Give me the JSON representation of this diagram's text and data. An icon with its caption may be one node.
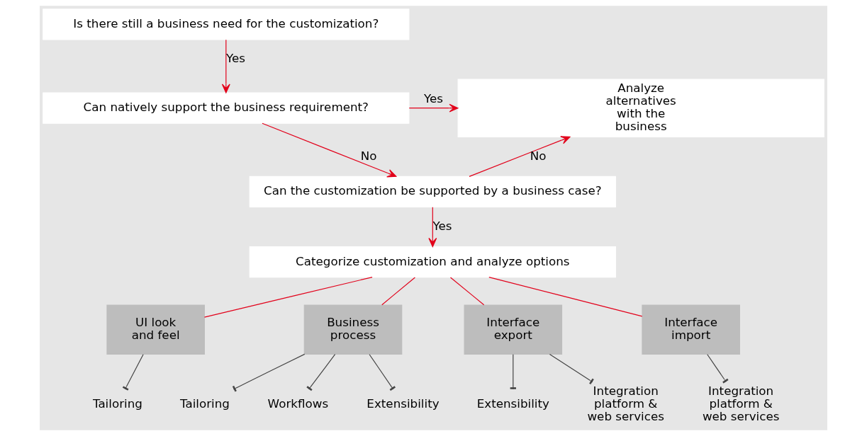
{
  "diagram": {
    "nodes": [
      {
        "text": [
          "Is there still a business need for the customization?"
        ]
      },
      {
        "text": [
          "Can natively support the business requirement?"
        ]
      },
      {
        "text": [
          "Can the customization be supported by a business case?"
        ]
      },
      {
        "text": [
          "Analyze alternatives with the business"
        ]
      },
      {
        "text": [
          "Categorize customization and analyze options"
        ]
      },
      {
        "text": [
          "UI look and feel"
        ]
      },
      {
        "text": [
          "Business process"
        ]
      },
      {
        "text": [
          "Interface export"
        ]
      },
      {
        "text": [
          "Interface import"
        ]
      },
      {
        "text": [
          "Tailoring"
        ]
      },
      {
        "text": [
          "Tailoring"
        ]
      },
      {
        "text": [
          "Workflows"
        ]
      },
      {
        "text": [
          "Extensibility"
        ]
      },
      {
        "text": [
          "Extensibility"
        ]
      },
      {
        "text": [
          "Integration platform & web services"
        ]
      },
      {
        "text": [
          "Integration platform & web services"
        ]
      }
    ],
    "edges": [
      {
        "from": 0,
        "to": 1,
        "arrow": "to",
        "label": "Yes"
      },
      {
        "from": 1,
        "to": 2,
        "arrow": "to",
        "label": "No"
      },
      {
        "from": 1,
        "to": 3,
        "arrow": "to",
        "label": "Yes"
      },
      {
        "from": 2,
        "to": 3,
        "arrow": "to",
        "label": "No"
      },
      {
        "from": 2,
        "to": 4,
        "arrow": "to",
        "label": "Yes"
      },
      {
        "from": 4,
        "to": 5,
        "arrow": "none"
      },
      {
        "from": 4,
        "to": 6,
        "arrow": "none"
      },
      {
        "from": 4,
        "to": 7,
        "arrow": "none"
      },
      {
        "from": 4,
        "to": 8,
        "arrow": "none"
      },
      {
        "from": 5,
        "to": 9,
        "arrow": "other",
        "color": "#444444"
      },
      {
        "from": 6,
        "to": 10,
        "arrow": "other",
        "color": "#444444"
      },
      {
        "from": 6,
        "to": 11,
        "arrow": "other",
        "color": "#444444"
      },
      {
        "from": 6,
        "to": 12,
        "arrow": "other",
        "color": "#444444"
      },
      {
        "from": 7,
        "to": 13,
        "arrow": "other",
        "color": "#444444"
      },
      {
        "from": 7,
        "to": 14,
        "arrow": "other",
        "color": "#444444"
      },
      {
        "from": 8,
        "to": 15,
        "arrow": "other",
        "color": "#444444"
      }
    ]
  }
}
